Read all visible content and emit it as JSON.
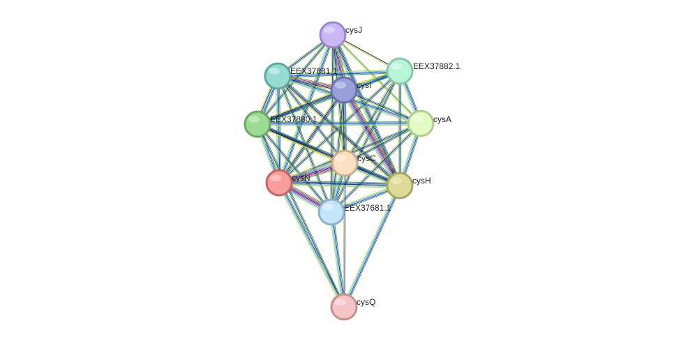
{
  "nodes": [
    {
      "id": "cysJ",
      "label": "cysJ",
      "color": "#c8b6f5",
      "stroke": "#9a86cc"
    },
    {
      "id": "EEX37882.1",
      "label": "EEX37882.1",
      "color": "#b8f5d8",
      "stroke": "#86c8a6"
    },
    {
      "id": "EEX37881.1",
      "label": "EEX37881.1",
      "color": "#96dcd3",
      "stroke": "#5ea89e"
    },
    {
      "id": "cysI",
      "label": "cysI",
      "color": "#98a0dc",
      "stroke": "#6a72a8"
    },
    {
      "id": "EEX37880.1",
      "label": "EEX37880.1",
      "color": "#9cdc92",
      "stroke": "#6aa862"
    },
    {
      "id": "cysA",
      "label": "cysA",
      "color": "#e2fbc0",
      "stroke": "#b2cc8c"
    },
    {
      "id": "cysC",
      "label": "cysC",
      "color": "#fde0c2",
      "stroke": "#ccaa8c"
    },
    {
      "id": "cysN",
      "label": "cysN",
      "color": "#f89c9c",
      "stroke": "#c46464"
    },
    {
      "id": "cysH",
      "label": "cysH",
      "color": "#dcdc96",
      "stroke": "#a8a860"
    },
    {
      "id": "EEX37681.1",
      "label": "EEX37681.1",
      "color": "#c4e6fa",
      "stroke": "#8cb0c8"
    },
    {
      "id": "cysQ",
      "label": "cysQ",
      "color": "#f5c4c4",
      "stroke": "#c49090"
    }
  ],
  "edge_colors": {
    "neighborhood": "#2ca02c",
    "gene_fusion": "#ff3030",
    "cooccurrence": "#2020ff",
    "coexpression": "#222222",
    "experiments": "#cc33cc",
    "databases": "#33bbee",
    "textmining": "#b8d430",
    "homology": "#9a9aff"
  },
  "edges": [
    {
      "a": "cysJ",
      "b": "cysI",
      "types": [
        "neighborhood",
        "gene_fusion",
        "cooccurrence",
        "coexpression",
        "experiments",
        "databases",
        "textmining"
      ]
    },
    {
      "a": "cysJ",
      "b": "EEX37882.1",
      "types": [
        "coexpression",
        "textmining"
      ]
    },
    {
      "a": "cysJ",
      "b": "EEX37881.1",
      "types": [
        "neighborhood",
        "cooccurrence",
        "textmining"
      ]
    },
    {
      "a": "cysJ",
      "b": "EEX37880.1",
      "types": [
        "neighborhood",
        "cooccurrence",
        "textmining"
      ]
    },
    {
      "a": "cysJ",
      "b": "cysA",
      "types": [
        "neighborhood",
        "textmining"
      ]
    },
    {
      "a": "cysJ",
      "b": "cysC",
      "types": [
        "neighborhood",
        "cooccurrence",
        "textmining"
      ]
    },
    {
      "a": "cysJ",
      "b": "cysN",
      "types": [
        "neighborhood",
        "cooccurrence",
        "databases",
        "textmining"
      ]
    },
    {
      "a": "cysJ",
      "b": "cysH",
      "types": [
        "neighborhood",
        "cooccurrence",
        "coexpression",
        "databases",
        "textmining"
      ]
    },
    {
      "a": "cysJ",
      "b": "EEX37681.1",
      "types": [
        "neighborhood",
        "cooccurrence",
        "textmining"
      ]
    },
    {
      "a": "EEX37882.1",
      "b": "EEX37881.1",
      "types": [
        "neighborhood",
        "cooccurrence",
        "databases",
        "textmining"
      ]
    },
    {
      "a": "EEX37882.1",
      "b": "cysI",
      "types": [
        "neighborhood",
        "cooccurrence",
        "coexpression",
        "textmining"
      ]
    },
    {
      "a": "EEX37882.1",
      "b": "EEX37880.1",
      "types": [
        "neighborhood",
        "cooccurrence",
        "databases",
        "textmining"
      ]
    },
    {
      "a": "EEX37882.1",
      "b": "cysA",
      "types": [
        "neighborhood",
        "cooccurrence",
        "databases",
        "textmining"
      ]
    },
    {
      "a": "EEX37882.1",
      "b": "cysC",
      "types": [
        "neighborhood",
        "cooccurrence",
        "textmining"
      ]
    },
    {
      "a": "EEX37882.1",
      "b": "cysN",
      "types": [
        "neighborhood",
        "cooccurrence",
        "textmining"
      ]
    },
    {
      "a": "EEX37882.1",
      "b": "cysH",
      "types": [
        "neighborhood",
        "cooccurrence",
        "textmining"
      ]
    },
    {
      "a": "EEX37882.1",
      "b": "EEX37681.1",
      "types": [
        "neighborhood",
        "cooccurrence",
        "textmining"
      ]
    },
    {
      "a": "EEX37881.1",
      "b": "cysI",
      "types": [
        "neighborhood",
        "gene_fusion",
        "cooccurrence",
        "coexpression",
        "textmining"
      ]
    },
    {
      "a": "EEX37881.1",
      "b": "EEX37880.1",
      "types": [
        "neighborhood",
        "cooccurrence",
        "databases",
        "coexpression",
        "textmining"
      ]
    },
    {
      "a": "EEX37881.1",
      "b": "cysA",
      "types": [
        "neighborhood",
        "cooccurrence",
        "databases",
        "textmining"
      ]
    },
    {
      "a": "EEX37881.1",
      "b": "cysC",
      "types": [
        "neighborhood",
        "cooccurrence",
        "textmining"
      ]
    },
    {
      "a": "EEX37881.1",
      "b": "cysN",
      "types": [
        "neighborhood",
        "cooccurrence",
        "databases",
        "textmining"
      ]
    },
    {
      "a": "EEX37881.1",
      "b": "cysH",
      "types": [
        "neighborhood",
        "cooccurrence",
        "coexpression",
        "textmining"
      ]
    },
    {
      "a": "EEX37881.1",
      "b": "EEX37681.1",
      "types": [
        "neighborhood",
        "cooccurrence",
        "textmining"
      ]
    },
    {
      "a": "cysI",
      "b": "EEX37880.1",
      "types": [
        "neighborhood",
        "cooccurrence",
        "coexpression",
        "textmining"
      ]
    },
    {
      "a": "cysI",
      "b": "cysA",
      "types": [
        "neighborhood",
        "cooccurrence",
        "textmining"
      ]
    },
    {
      "a": "cysI",
      "b": "cysC",
      "types": [
        "neighborhood",
        "cooccurrence",
        "coexpression",
        "textmining"
      ]
    },
    {
      "a": "cysI",
      "b": "cysN",
      "types": [
        "neighborhood",
        "cooccurrence",
        "coexpression",
        "textmining"
      ]
    },
    {
      "a": "cysI",
      "b": "cysH",
      "types": [
        "neighborhood",
        "gene_fusion",
        "cooccurrence",
        "coexpression",
        "experiments",
        "databases",
        "textmining"
      ]
    },
    {
      "a": "cysI",
      "b": "EEX37681.1",
      "types": [
        "neighborhood",
        "cooccurrence",
        "textmining"
      ]
    },
    {
      "a": "EEX37880.1",
      "b": "cysA",
      "types": [
        "neighborhood",
        "cooccurrence",
        "databases",
        "textmining"
      ]
    },
    {
      "a": "EEX37880.1",
      "b": "cysC",
      "types": [
        "neighborhood",
        "cooccurrence",
        "coexpression",
        "textmining"
      ]
    },
    {
      "a": "EEX37880.1",
      "b": "cysN",
      "types": [
        "neighborhood",
        "cooccurrence",
        "databases",
        "textmining"
      ]
    },
    {
      "a": "EEX37880.1",
      "b": "cysH",
      "types": [
        "neighborhood",
        "cooccurrence",
        "coexpression",
        "textmining"
      ]
    },
    {
      "a": "EEX37880.1",
      "b": "EEX37681.1",
      "types": [
        "neighborhood",
        "cooccurrence",
        "textmining"
      ]
    },
    {
      "a": "cysA",
      "b": "cysC",
      "types": [
        "neighborhood",
        "cooccurrence",
        "textmining"
      ]
    },
    {
      "a": "cysA",
      "b": "cysN",
      "types": [
        "neighborhood",
        "cooccurrence",
        "textmining"
      ]
    },
    {
      "a": "cysA",
      "b": "cysH",
      "types": [
        "neighborhood",
        "cooccurrence",
        "databases",
        "textmining"
      ]
    },
    {
      "a": "cysA",
      "b": "EEX37681.1",
      "types": [
        "neighborhood",
        "cooccurrence",
        "textmining"
      ]
    },
    {
      "a": "cysC",
      "b": "cysN",
      "types": [
        "neighborhood",
        "gene_fusion",
        "cooccurrence",
        "coexpression",
        "experiments",
        "databases",
        "textmining"
      ]
    },
    {
      "a": "cysC",
      "b": "cysH",
      "types": [
        "neighborhood",
        "cooccurrence",
        "coexpression",
        "databases",
        "textmining"
      ]
    },
    {
      "a": "cysC",
      "b": "EEX37681.1",
      "types": [
        "neighborhood",
        "cooccurrence",
        "databases",
        "textmining"
      ]
    },
    {
      "a": "cysC",
      "b": "cysQ",
      "types": [
        "cooccurrence",
        "textmining"
      ]
    },
    {
      "a": "cysN",
      "b": "cysH",
      "types": [
        "neighborhood",
        "cooccurrence",
        "coexpression",
        "databases",
        "textmining"
      ]
    },
    {
      "a": "cysN",
      "b": "EEX37681.1",
      "types": [
        "neighborhood",
        "gene_fusion",
        "cooccurrence",
        "coexpression",
        "experiments",
        "databases",
        "textmining"
      ]
    },
    {
      "a": "cysN",
      "b": "cysQ",
      "types": [
        "neighborhood",
        "cooccurrence",
        "databases",
        "textmining"
      ]
    },
    {
      "a": "cysH",
      "b": "EEX37681.1",
      "types": [
        "neighborhood",
        "cooccurrence",
        "databases",
        "textmining"
      ]
    },
    {
      "a": "cysH",
      "b": "cysQ",
      "types": [
        "neighborhood",
        "cooccurrence",
        "databases",
        "textmining"
      ]
    },
    {
      "a": "EEX37681.1",
      "b": "cysQ",
      "types": [
        "neighborhood",
        "cooccurrence",
        "databases",
        "textmining"
      ]
    },
    {
      "a": "EEX37880.1",
      "b": "cysQ",
      "types": [
        "neighborhood",
        "cooccurrence",
        "textmining"
      ]
    }
  ]
}
